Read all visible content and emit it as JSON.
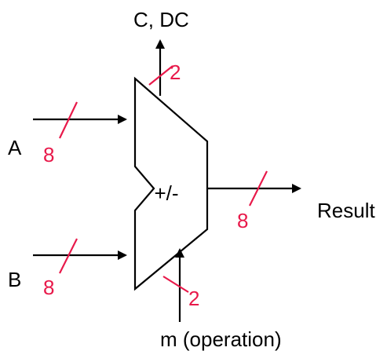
{
  "diagram": {
    "alu_symbol": "+/-",
    "inputs": {
      "a": {
        "label": "A",
        "width": "8"
      },
      "b": {
        "label": "B",
        "width": "8"
      },
      "m": {
        "label": "m (operation)",
        "width": "2"
      }
    },
    "outputs": {
      "result": {
        "label": "Result",
        "width": "8"
      },
      "flags": {
        "label": "C, DC",
        "width": "2"
      }
    },
    "colors": {
      "wire": "#000000",
      "bus_width": "#e8194a"
    }
  }
}
